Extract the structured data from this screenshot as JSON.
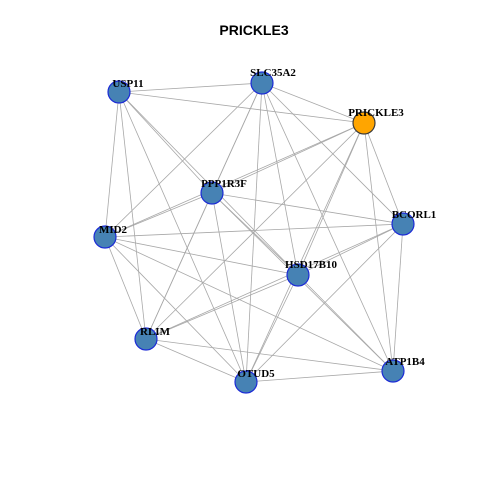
{
  "title": "PRICKLE3",
  "colors": {
    "node_fill": "#4682B4",
    "node_stroke": "#1C2BD6",
    "highlight_fill": "#FFA500",
    "highlight_stroke": "#3A3A3A",
    "edge": "#A8A8A8"
  },
  "nodes": [
    {
      "id": "SLC35A2",
      "label": "SLC35A2",
      "highlight": false
    },
    {
      "id": "USP11",
      "label": "USP11",
      "highlight": false
    },
    {
      "id": "PRICKLE3",
      "label": "PRICKLE3",
      "highlight": true
    },
    {
      "id": "PPP1R3F",
      "label": "PPP1R3F",
      "highlight": false
    },
    {
      "id": "MID2",
      "label": "MID2",
      "highlight": false
    },
    {
      "id": "BCORL1",
      "label": "BCORL1",
      "highlight": false
    },
    {
      "id": "HSD17B10",
      "label": "HSD17B10",
      "highlight": false
    },
    {
      "id": "RLIM",
      "label": "RLIM",
      "highlight": false
    },
    {
      "id": "OTUD5",
      "label": "OTUD5",
      "highlight": false
    },
    {
      "id": "ATP1B4",
      "label": "ATP1B4",
      "highlight": false
    }
  ],
  "edges": [
    [
      "USP11",
      "SLC35A2"
    ],
    [
      "USP11",
      "PRICKLE3"
    ],
    [
      "USP11",
      "PPP1R3F"
    ],
    [
      "USP11",
      "MID2"
    ],
    [
      "USP11",
      "HSD17B10"
    ],
    [
      "USP11",
      "RLIM"
    ],
    [
      "USP11",
      "OTUD5"
    ],
    [
      "SLC35A2",
      "PRICKLE3"
    ],
    [
      "SLC35A2",
      "PPP1R3F"
    ],
    [
      "SLC35A2",
      "MID2"
    ],
    [
      "SLC35A2",
      "BCORL1"
    ],
    [
      "SLC35A2",
      "HSD17B10"
    ],
    [
      "SLC35A2",
      "RLIM"
    ],
    [
      "SLC35A2",
      "OTUD5"
    ],
    [
      "SLC35A2",
      "ATP1B4"
    ],
    [
      "PRICKLE3",
      "PPP1R3F"
    ],
    [
      "PRICKLE3",
      "MID2"
    ],
    [
      "PRICKLE3",
      "HSD17B10"
    ],
    [
      "PRICKLE3",
      "RLIM"
    ],
    [
      "PRICKLE3",
      "OTUD5"
    ],
    [
      "PRICKLE3",
      "ATP1B4"
    ],
    [
      "PRICKLE3",
      "BCORL1"
    ],
    [
      "PPP1R3F",
      "MID2"
    ],
    [
      "PPP1R3F",
      "BCORL1"
    ],
    [
      "PPP1R3F",
      "HSD17B10"
    ],
    [
      "PPP1R3F",
      "RLIM"
    ],
    [
      "PPP1R3F",
      "OTUD5"
    ],
    [
      "PPP1R3F",
      "ATP1B4"
    ],
    [
      "MID2",
      "BCORL1"
    ],
    [
      "MID2",
      "HSD17B10"
    ],
    [
      "MID2",
      "RLIM"
    ],
    [
      "MID2",
      "OTUD5"
    ],
    [
      "MID2",
      "ATP1B4"
    ],
    [
      "BCORL1",
      "HSD17B10"
    ],
    [
      "BCORL1",
      "RLIM"
    ],
    [
      "BCORL1",
      "OTUD5"
    ],
    [
      "BCORL1",
      "ATP1B4"
    ],
    [
      "HSD17B10",
      "RLIM"
    ],
    [
      "HSD17B10",
      "OTUD5"
    ],
    [
      "HSD17B10",
      "ATP1B4"
    ],
    [
      "RLIM",
      "OTUD5"
    ],
    [
      "RLIM",
      "ATP1B4"
    ],
    [
      "OTUD5",
      "ATP1B4"
    ]
  ]
}
